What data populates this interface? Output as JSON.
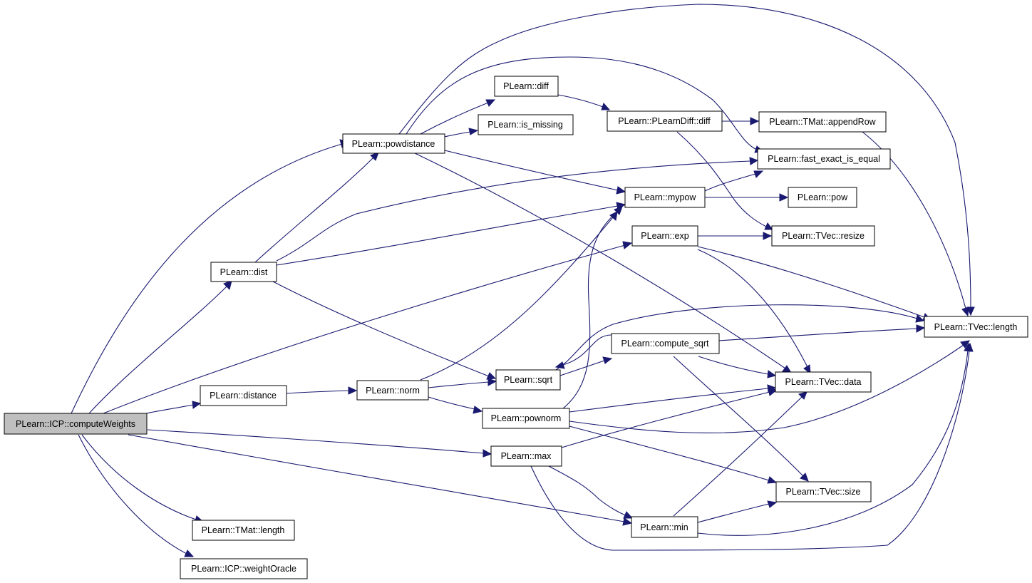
{
  "diagram": {
    "title": "",
    "colors": {
      "edge": "#191970",
      "root_fill": "#bfbfbf",
      "node_fill": "#ffffff",
      "border": "#000000"
    },
    "nodes": {
      "computeWeights": "PLearn::ICP::computeWeights",
      "dist": "PLearn::dist",
      "distance": "PLearn::distance",
      "exp": "PLearn::exp",
      "max": "PLearn::max",
      "min": "PLearn::min",
      "tmat_length": "PLearn::TMat::length",
      "weightOracle": "PLearn::ICP::weightOracle",
      "powdistance": "PLearn::powdistance",
      "fast_exact_is_equal": "PLearn::fast_exact_is_equal",
      "mypow": "PLearn::mypow",
      "norm": "PLearn::norm",
      "sqrt": "PLearn::sqrt",
      "diff": "PLearn::diff",
      "is_missing": "PLearn::is_missing",
      "tvec_data": "PLearn::TVec::data",
      "tvec_length": "PLearn::TVec::length",
      "pldiff_diff": "PLearn::PLearnDiff::diff",
      "appendRow": "PLearn::TMat::appendRow",
      "tvec_resize": "PLearn::TVec::resize",
      "pow": "PLearn::pow",
      "compute_sqrt": "PLearn::compute_sqrt",
      "pownorm": "PLearn::pownorm",
      "tvec_size": "PLearn::TVec::size"
    }
  }
}
